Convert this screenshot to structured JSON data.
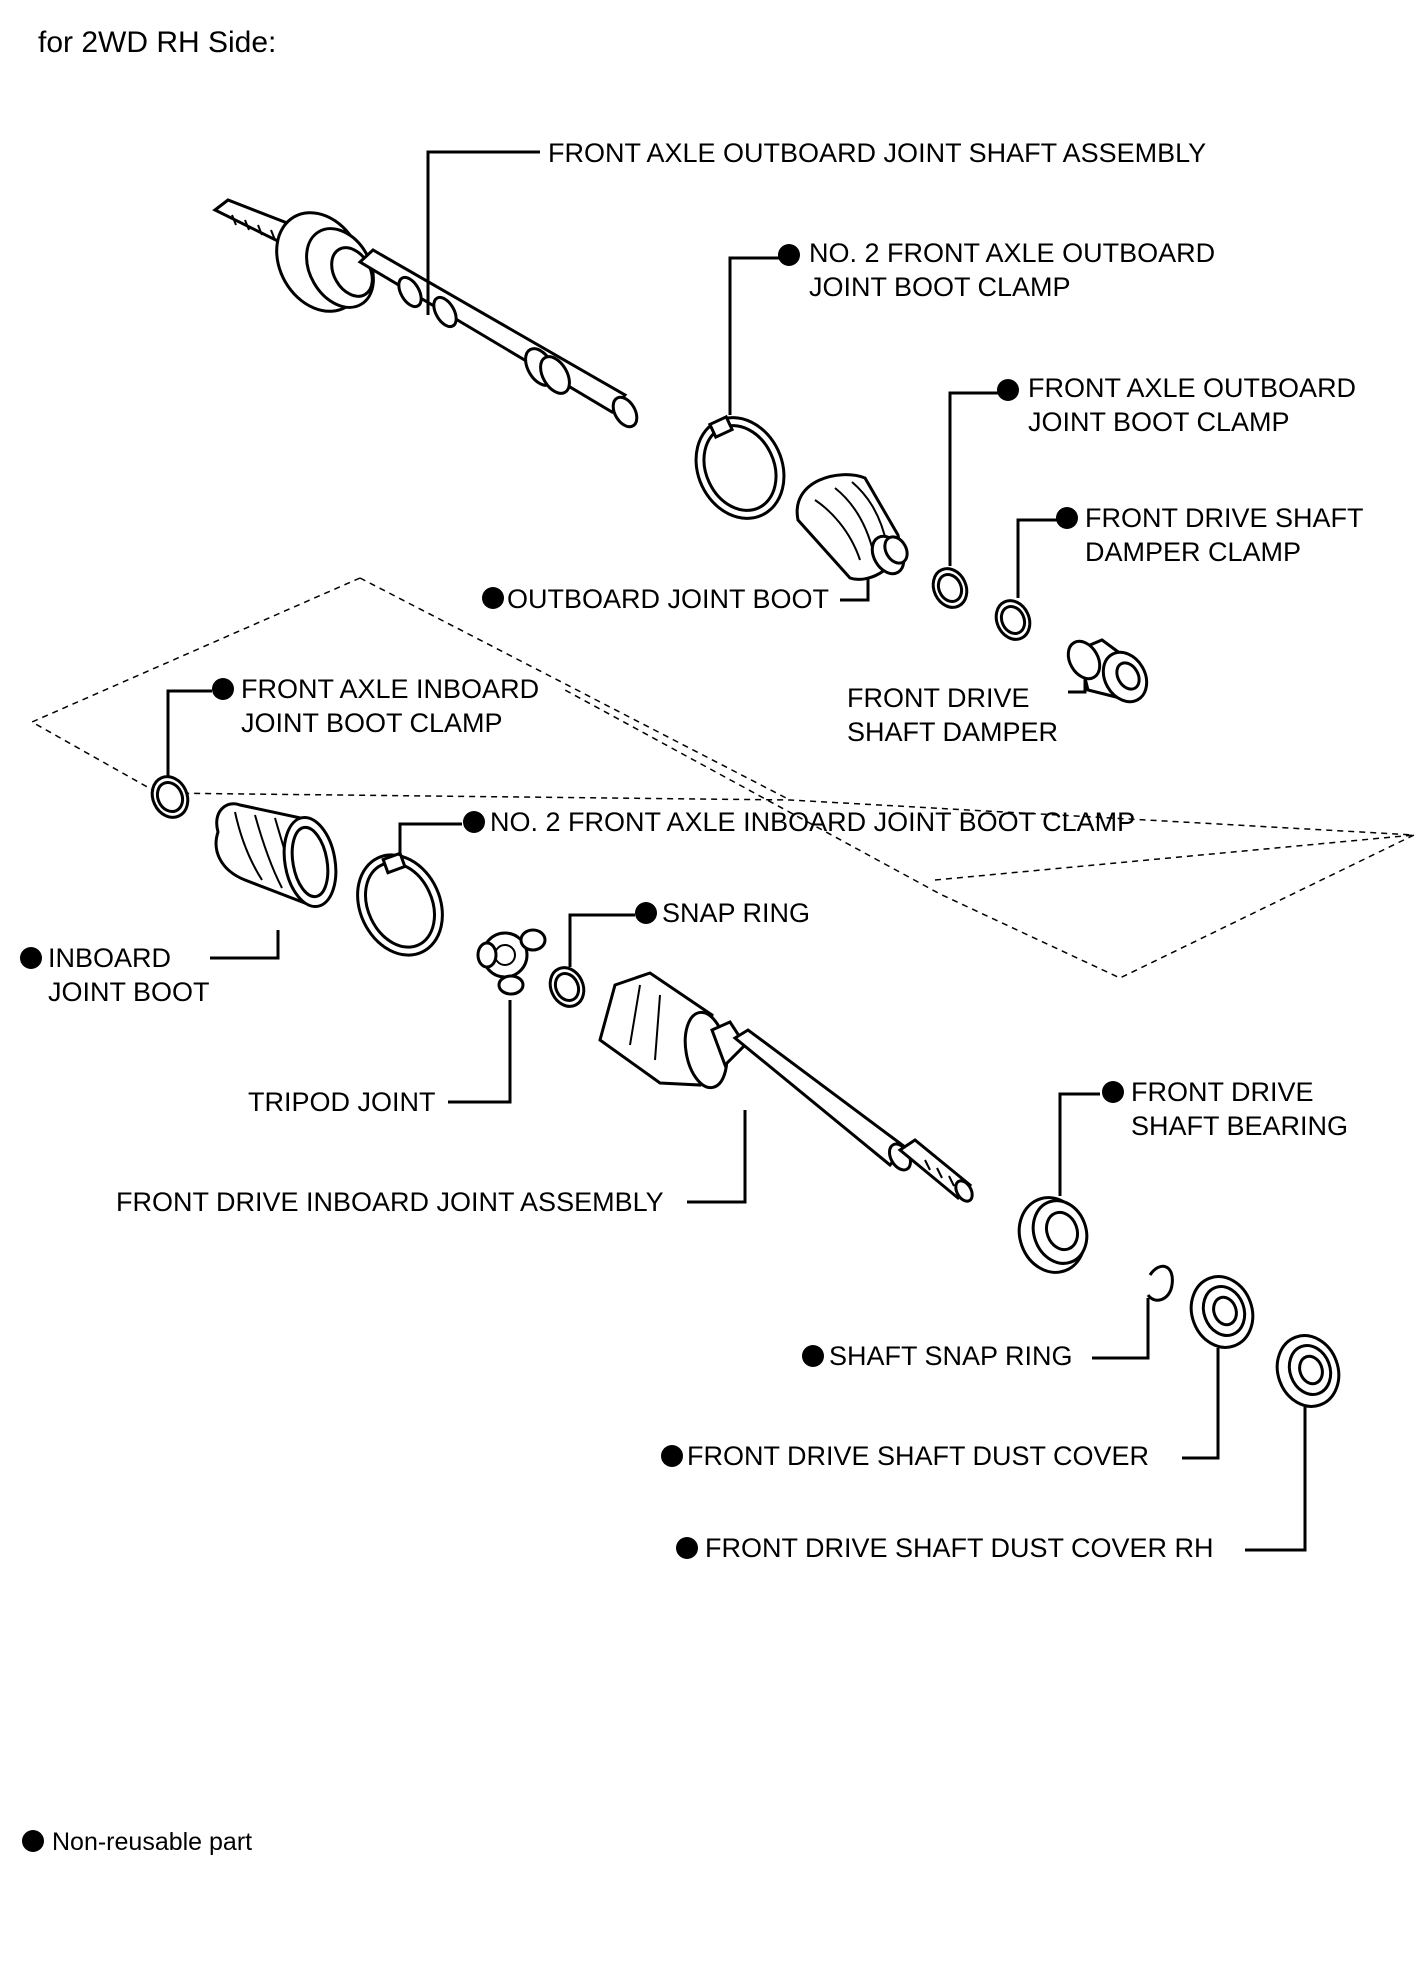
{
  "title": "for 2WD RH Side:",
  "legend": {
    "text": "Non-reusable part"
  },
  "colors": {
    "ink": "#000000",
    "background": "#ffffff"
  },
  "labels": {
    "outboard_shaft_assembly": "FRONT AXLE OUTBOARD JOINT SHAFT ASSEMBLY",
    "no2_outboard_clamp": [
      "NO. 2 FRONT AXLE OUTBOARD",
      "JOINT BOOT CLAMP"
    ],
    "outboard_clamp": [
      "FRONT AXLE OUTBOARD",
      "JOINT BOOT CLAMP"
    ],
    "damper_clamp": [
      "FRONT DRIVE SHAFT",
      "DAMPER CLAMP"
    ],
    "outboard_boot": "OUTBOARD JOINT BOOT",
    "damper": [
      "FRONT DRIVE",
      "SHAFT DAMPER"
    ],
    "inboard_clamp": [
      "FRONT AXLE INBOARD",
      "JOINT BOOT CLAMP"
    ],
    "no2_inboard_clamp": "NO. 2 FRONT AXLE INBOARD JOINT BOOT CLAMP",
    "inboard_boot": [
      "INBOARD",
      "JOINT BOOT"
    ],
    "snap_ring": "SNAP RING",
    "tripod_joint": "TRIPOD JOINT",
    "inboard_joint_assembly": "FRONT DRIVE INBOARD JOINT ASSEMBLY",
    "bearing": [
      "FRONT DRIVE",
      "SHAFT BEARING"
    ],
    "shaft_snap_ring": "SHAFT SNAP RING",
    "dust_cover": "FRONT DRIVE SHAFT DUST COVER",
    "dust_cover_rh": "FRONT DRIVE SHAFT DUST COVER RH"
  }
}
